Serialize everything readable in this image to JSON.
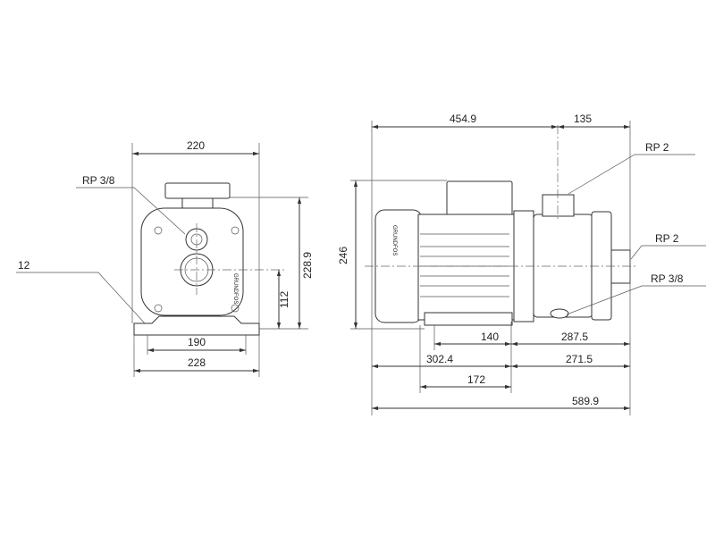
{
  "front_view": {
    "width_top": "220",
    "drain_label": "RP 3/8",
    "foot_thickness": "12",
    "total_height": "228.9",
    "shaft_height": "112",
    "foot_spacing": "190",
    "foot_width": "228",
    "logo_text": "GRUNDFOS"
  },
  "side_view": {
    "motor_length": "454.9",
    "outlet_offset": "135",
    "outlet_label": "RP 2",
    "height": "246",
    "inlet_label": "RP 2",
    "drain_label": "RP 3/8",
    "foot_hole_spacing": "140",
    "foot_to_inlet": "287.5",
    "rear_to_foot": "302.4",
    "foot_to_inlet_2": "271.5",
    "foot_length": "172",
    "total_length": "589.9",
    "logo_text": "GRUNDFOS"
  }
}
